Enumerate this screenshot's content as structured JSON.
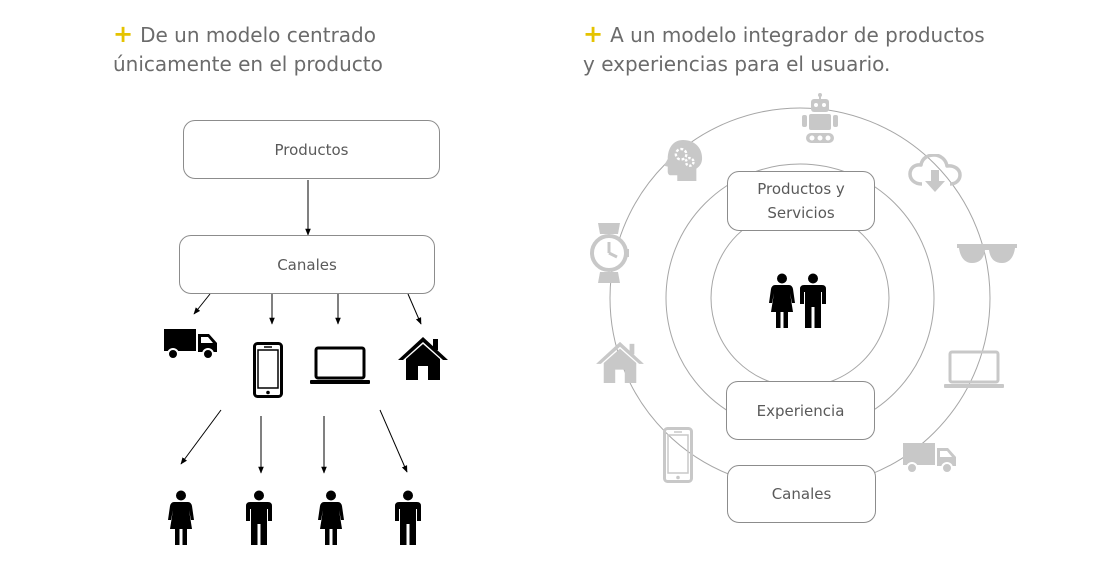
{
  "left": {
    "heading_plus": "+",
    "heading_line1": "De un modelo centrado",
    "heading_line2": "únicamente en el producto",
    "box_products": "Productos",
    "box_channels": "Canales",
    "channel_icons": [
      "truck-icon",
      "smartphone-icon",
      "laptop-icon",
      "house-icon"
    ],
    "user_icons": [
      "woman-icon",
      "man-icon",
      "woman-icon",
      "man-icon"
    ]
  },
  "right": {
    "heading_plus": "+",
    "heading_line1": "A un modelo integrador de productos",
    "heading_line2": "y experiencias para el usuario.",
    "box_products_services_line1": "Productos y",
    "box_products_services_line2": "Servicios",
    "box_experience": "Experiencia",
    "box_channels": "Canales",
    "center_icon": "people-icon",
    "ring_icons": [
      "robot-icon",
      "brain-gears-icon",
      "cloud-download-icon",
      "smartwatch-icon",
      "sunglasses-icon",
      "house-icon",
      "laptop-icon",
      "smartphone-icon",
      "truck-icon"
    ]
  },
  "colors": {
    "accent": "#e5c300",
    "text": "#6b6b6b",
    "icon_dark": "#000000",
    "icon_light": "#c8c8c8",
    "ring": "#a6a6a6"
  }
}
